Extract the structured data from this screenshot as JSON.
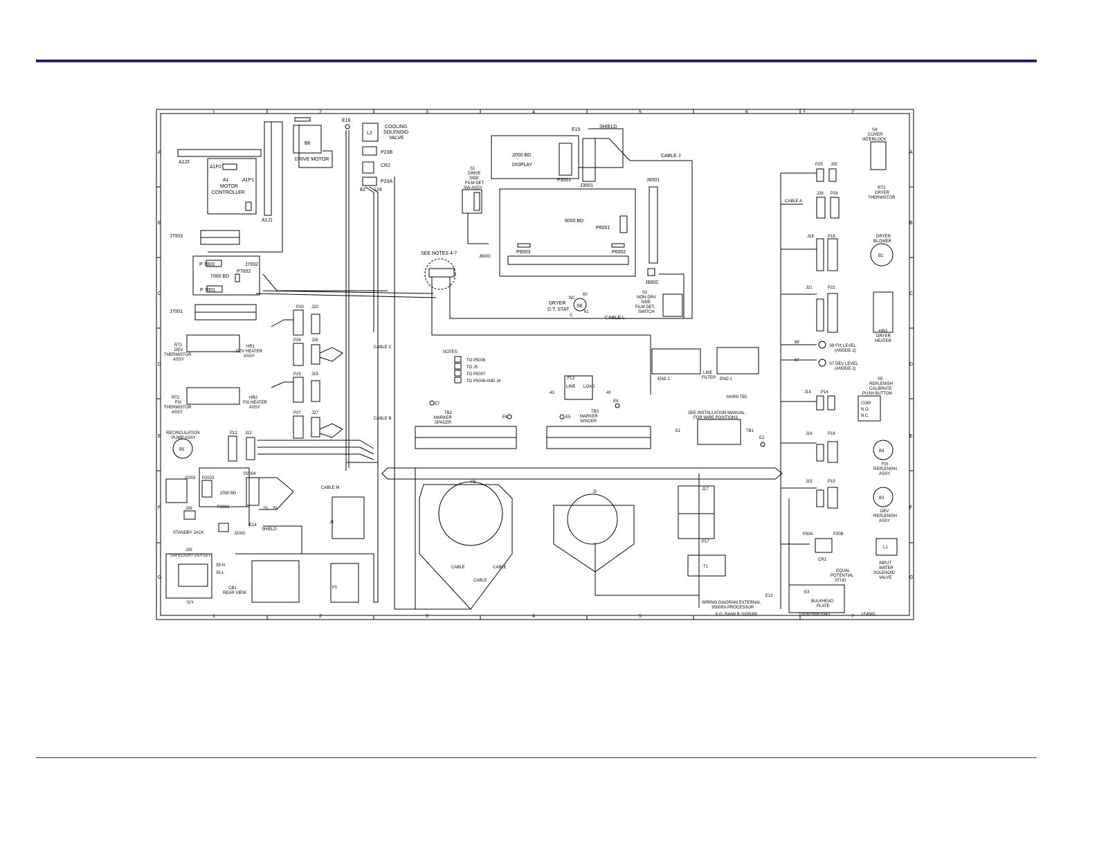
{
  "grid": {
    "columns": [
      "1",
      "2",
      "3",
      "4",
      "5",
      "6",
      "1",
      "7"
    ],
    "rows": [
      "A",
      "B",
      "C",
      "D",
      "E",
      "F",
      "G"
    ]
  },
  "labels": {
    "b6": "B6",
    "drive_motor": "DRIVE MOTOR",
    "a1j2": "A1J2",
    "a1p2": "A1P2",
    "a1": "A1",
    "motor_controller_1": "MOTOR",
    "motor_controller_2": "CONTROLLER",
    "a1p1": "A1P1",
    "a1j1": "A1J1",
    "j7003": "J7003",
    "p7003": "P 7003",
    "p7002": "P7002",
    "j7002": "J7002",
    "bd7000": "7000 BD",
    "p7001": "P 7001",
    "j7001": "J7001",
    "e16": "E16",
    "l2": "L2",
    "cooling_1": "COOLING",
    "cooling_2": "SOLENOID",
    "cooling_3": "VALVE",
    "p23b": "P23B",
    "cr2": "CR2",
    "p23a": "P23A",
    "w82": "82",
    "w124": "124",
    "bd2000_display_1": "2000 BD",
    "bd2000_display_2": "DISPLAY",
    "p3001": "P3001",
    "j3001": "J3001",
    "e15": "E15",
    "shield_top": "SHIELD",
    "cable_j": "CABLE J",
    "s1_1": "S1",
    "s1_2": "DRIVE",
    "s1_3": "SIDE",
    "s1_4": "FILM DET",
    "s1_5": "SW ASSY",
    "j6003": "J6003",
    "bd6000": "6000 BD",
    "p6001": "P6001",
    "p6003": "P6003",
    "p6002": "P6002",
    "j6001": "J6001",
    "j6002": "J6002",
    "see_notes": "SEE NOTES 4-7",
    "s6": "S6",
    "dryer_dt_1": "DRYER",
    "dryer_dt_2": "D.T. STAT",
    "w60": "60",
    "w61": "61",
    "nc": "NC",
    "c": "C",
    "cable_l": "CABLE L",
    "s2_1": "S2",
    "s2_2": "NON-DRV",
    "s2_3": "SIDE",
    "s2_4": "FILM DET.",
    "s2_5": "SWITCH",
    "p20": "P20",
    "j20": "J20",
    "p26": "P26",
    "j26": "J26",
    "p19": "P19",
    "j19": "J19",
    "p27": "P27",
    "j27": "J27",
    "rt1_1": "RT1",
    "rt1_2": "DEV",
    "rt1_3": "THERMISTOR",
    "rt1_4": "ASSY",
    "hr1_1": "HR1",
    "hr1_2": "DEV HEATER",
    "hr1_3": "ASSY",
    "rt2_1": "RT2",
    "rt2_2": "FIX",
    "rt2_3": "THERMISTOR",
    "rt2_4": "ASSY",
    "hr2_1": "HR2",
    "hr2_2": "FIX HEATER",
    "hr2_3": "ASSY",
    "cable_c1": "CABLE C",
    "cable_b1": "CABLE B",
    "notes_title": "NOTES:",
    "note4": "TO P5006",
    "note5": "TO J5",
    "note6": "TO P5007",
    "note7": "TO P5008 AND J4",
    "e7": "E7",
    "tb2_1": "TB2",
    "tb2_2": "MARKER",
    "tb2_3": "SPACER",
    "e6": "E6",
    "e5": "E5",
    "fl2": "FL2",
    "line": "LINE",
    "load": "LOAD",
    "tb3_1": "TB3",
    "tb3_2": "MARKER",
    "tb3_3": "SPACER",
    "e4": "E4",
    "w43": "43",
    "w40": "40",
    "end2": "END 2",
    "line_filter_1": "LINE",
    "line_filter_2": "FILTER",
    "end1": "END 1",
    "harn_tb1": "HARN TB1",
    "see_install_1": "SEE INSTALLATION MANUAL",
    "see_install_2": "FOR WIRE POSITIONS",
    "tb1": "TB1",
    "e1": "E1",
    "e2": "E2",
    "s4_1": "S4",
    "s4_2": "COVER",
    "s4_3": "INTERLOCK",
    "p25": "P25",
    "j25": "J25",
    "cable_a1": "CABLE A",
    "j28": "J28",
    "p28": "P28",
    "rt3_1": "RT3",
    "rt3_2": "DRYER",
    "rt3_3": "THERMISTOR",
    "j18": "J18",
    "p18": "P18",
    "dryer_blower_1": "DRYER",
    "dryer_blower_2": "BLOWER",
    "b1": "B1",
    "j21": "J21",
    "p21": "P21",
    "hr3_1": "HR3",
    "hr3_2": "DRYER",
    "hr3_3": "HEATER",
    "s8": "S8 FIX LEVEL",
    "s8_2": "(ANODE-2)",
    "s7": "S7 DEV LEVEL",
    "s7_2": "(ANODE-1)",
    "w68": "68",
    "w67": "67",
    "s5_1": "S5",
    "s5_2": "REPLENISH",
    "s5_3": "CALIBRATE",
    "s5_4": "PUSH BUTTON",
    "j14": "J14",
    "p14": "P14",
    "com": "COM",
    "no": "N.O.",
    "nc2": "N.C.",
    "recirc_1": "RECIRCULATION",
    "recirc_2": "PUMP ASSY",
    "b5": "B5",
    "p12": "P12",
    "j12": "J12",
    "j2003": "J2003",
    "p2003": "P2003",
    "p2004": "P2004",
    "bd2000": "2000 BD",
    "p2002": "P2002",
    "cable_m": "CABLE M",
    "shield_low": "SHIELD",
    "e14": "E14",
    "j2002": "J2002",
    "standby": "STANDBY JACK",
    "j36": "J36",
    "w25": "25",
    "w26": "26",
    "j1": "J1",
    "p3": "P3",
    "cable_a1_low": "CABLE",
    "cable_b1_low": "CABLE",
    "cable_c1_low": "CABLE",
    "j2": "J2",
    "j17": "J17",
    "p17": "P17",
    "t1": "T1",
    "j16": "J16",
    "p16": "P16",
    "b4": "B4",
    "fix_rep_1": "FIX",
    "fix_rep_2": "REPLENISH",
    "fix_rep_3": "ASSY",
    "j15": "J15",
    "p15": "P15",
    "b3": "B3",
    "dev_rep_1": "DEV",
    "dev_rep_2": "REPLENISH",
    "dev_rep_3": "ASSY",
    "p30a": "P30A",
    "p30b": "P30B",
    "cr1": "CR1",
    "l1": "L1",
    "input_1": "INPUT",
    "input_2": "WATER",
    "input_3": "SOLENOID",
    "input_4": "VALVE",
    "j35": "J35",
    "safelight": "SAFELIGHT OUTLET",
    "w35n": "35-N",
    "w35l": "35-L",
    "gy": "G/Y",
    "cb1": "CB1",
    "rear_view": "REAR VIEW",
    "p1": "P1",
    "e12": "E12",
    "e3": "E3",
    "equal_1": "EQUAL",
    "equal_2": "POTENTIAL",
    "equal_3": "STUD",
    "bulkhead_1": "BULKHEAD",
    "bulkhead_2": "PLATE",
    "title_1": "WIRING DIAGRAM EXTERNAL",
    "title_2": "3000RA PROCESSOR",
    "dwg_left": "6  G. RAHILB 10/05/89",
    "dwg_mid": "10/05/1998 0343",
    "dwg_num": "1E4565"
  },
  "colors": {
    "rule": "#2b1a86",
    "ink": "#000000",
    "page": "#ffffff"
  }
}
